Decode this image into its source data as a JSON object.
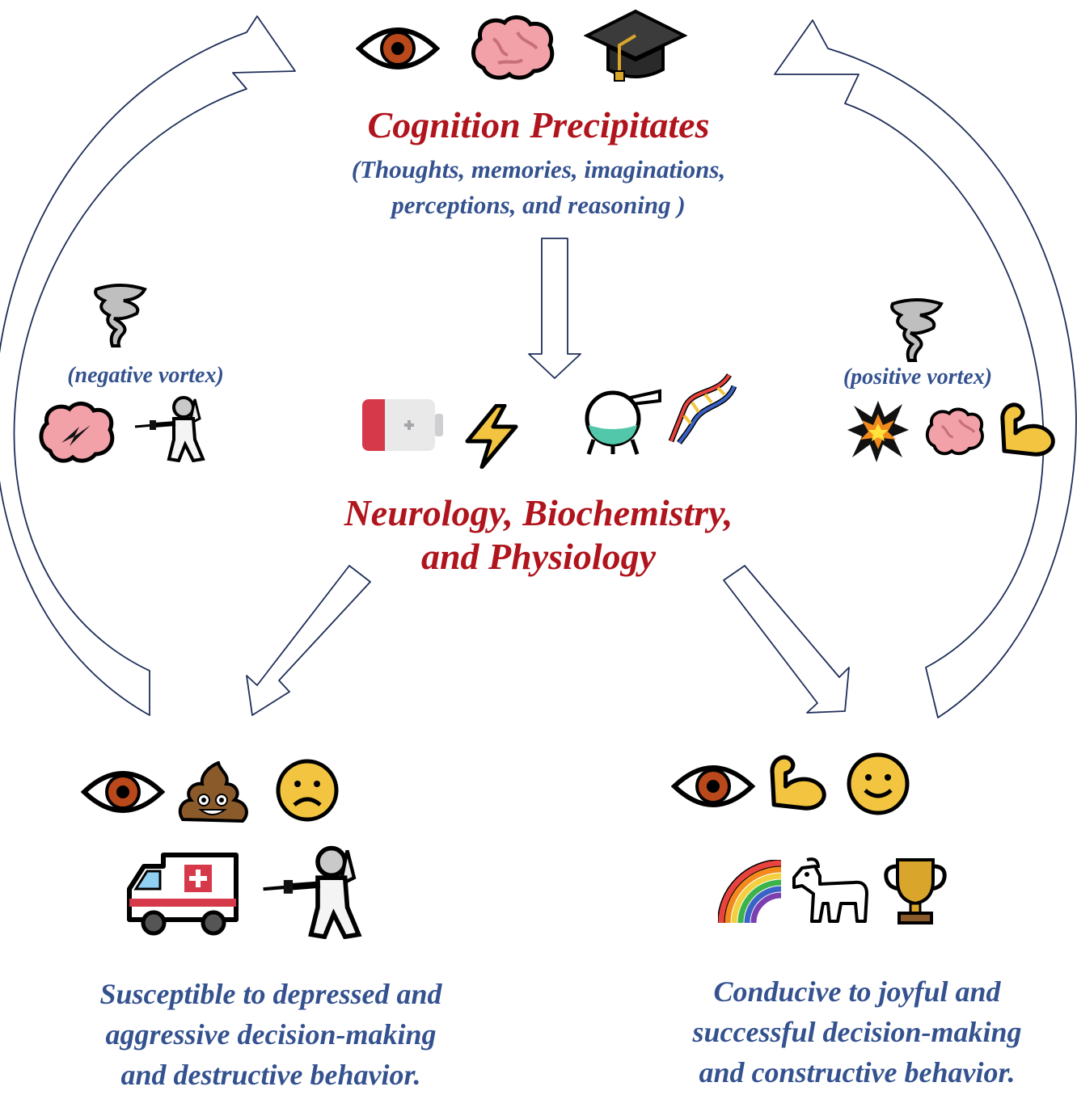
{
  "top": {
    "title": "Cognition Precipitates",
    "subtitle_lines": [
      "(Thoughts, memories, imaginations,",
      "perceptions, and reasoning )"
    ],
    "icons": [
      "eye-icon",
      "brain-icon",
      "graduation-cap-icon"
    ]
  },
  "middle": {
    "title_lines": [
      "Neurology, Biochemistry,",
      "and Physiology"
    ],
    "icons": [
      "low-battery-icon",
      "lightning-icon",
      "flask-icon",
      "dna-icon"
    ]
  },
  "left_loop": {
    "label": "(negative vortex)",
    "icons": [
      "tornado-icon",
      "stressed-brain-icon",
      "fencer-icon"
    ]
  },
  "right_loop": {
    "label": "(positive vortex)",
    "icons": [
      "tornado-icon",
      "explosion-icon",
      "brain-icon",
      "flexed-bicep-icon"
    ]
  },
  "bottom_left": {
    "caption_lines": [
      "Susceptible to depressed and",
      "aggressive decision-making",
      "and destructive behavior."
    ],
    "icons": [
      "eye-icon",
      "poop-icon",
      "sad-face-icon",
      "ambulance-icon",
      "fencer-icon"
    ]
  },
  "bottom_right": {
    "caption_lines": [
      "Conducive to joyful and",
      "successful decision-making",
      "and constructive behavior."
    ],
    "icons": [
      "eye-icon",
      "flexed-bicep-icon",
      "smiley-face-icon",
      "rainbow-icon",
      "goat-icon",
      "trophy-icon"
    ]
  },
  "colors": {
    "title_red": "#b0141c",
    "label_blue": "#34528f",
    "arrow_outline": "#1f2f5a"
  }
}
